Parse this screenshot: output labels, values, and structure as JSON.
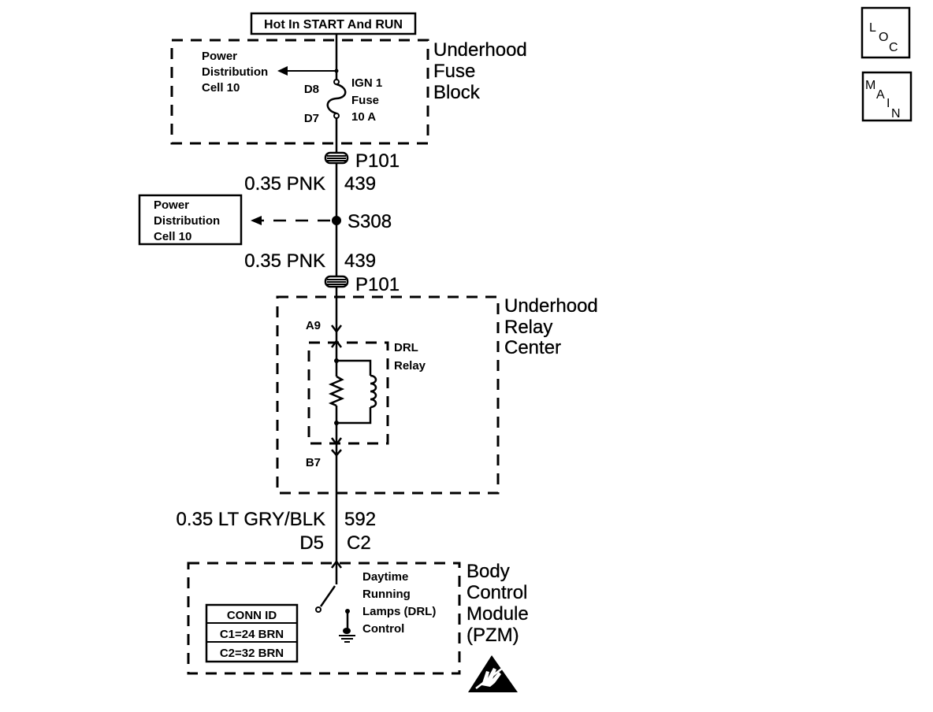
{
  "header": {
    "power_label": "Hot In START And RUN"
  },
  "nav": {
    "loc_letters": [
      "L",
      "O",
      "C"
    ],
    "main_letters": [
      "M",
      "A",
      "I",
      "N"
    ]
  },
  "fuse_block": {
    "name": [
      "Underhood",
      "Fuse",
      "Block"
    ],
    "feed_label": [
      "Power",
      "Distribution",
      "Cell 10"
    ],
    "pin_in": "D8",
    "pin_out": "D7",
    "fuse_label": [
      "IGN 1",
      "Fuse",
      "10 A"
    ]
  },
  "connectors": {
    "upper": "P101",
    "lower": "P101"
  },
  "wires": [
    {
      "color_label": "0.35 PNK",
      "circuit": "439"
    },
    {
      "color_label": "0.35 PNK",
      "circuit": "439"
    },
    {
      "color_label": "0.35 LT GRY/BLK",
      "circuit": "592"
    }
  ],
  "splice": {
    "id": "S308",
    "branch_label": [
      "Power",
      "Distribution",
      "Cell 10"
    ]
  },
  "relay_center": {
    "name": [
      "Underhood",
      "Relay",
      "Center"
    ],
    "pin_in": "A9",
    "pin_out": "B7",
    "relay_label": [
      "DRL",
      "Relay"
    ]
  },
  "bcm": {
    "pin_left": "D5",
    "pin_right": "C2",
    "name": [
      "Body",
      "Control",
      "Module",
      "(PZM)"
    ],
    "function_label": [
      "Daytime",
      "Running",
      "Lamps (DRL)",
      "Control"
    ],
    "conn_id": {
      "header": "CONN ID",
      "rows": [
        "C1=24 BRN",
        "C2=32 BRN"
      ]
    }
  }
}
